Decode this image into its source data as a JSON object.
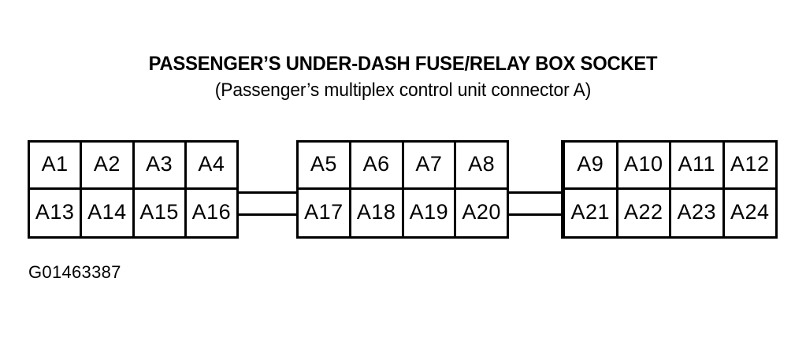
{
  "figure": {
    "title": "PASSENGER’S UNDER-DASH FUSE/RELAY BOX SOCKET",
    "subtitle": "(Passenger’s multiplex control unit connector A)",
    "caption": "G01463387",
    "ink_color": "#000000",
    "background_color": "#ffffff"
  },
  "connector": {
    "name": "Passenger’s multiplex control unit connector A",
    "total_pins": 24,
    "blocks": [
      {
        "id": "block-1",
        "rows": [
          {
            "id": "row-top",
            "cells": [
              {
                "label": "A1"
              },
              {
                "label": "A2"
              },
              {
                "label": "A3"
              },
              {
                "label": "A4"
              }
            ]
          },
          {
            "id": "row-bottom",
            "cells": [
              {
                "label": "A13"
              },
              {
                "label": "A14"
              },
              {
                "label": "A15"
              },
              {
                "label": "A16"
              }
            ]
          }
        ]
      },
      {
        "id": "block-2",
        "rows": [
          {
            "id": "row-top",
            "cells": [
              {
                "label": "A5"
              },
              {
                "label": "A6"
              },
              {
                "label": "A7"
              },
              {
                "label": "A8"
              }
            ]
          },
          {
            "id": "row-bottom",
            "cells": [
              {
                "label": "A17"
              },
              {
                "label": "A18"
              },
              {
                "label": "A19"
              },
              {
                "label": "A20"
              }
            ]
          }
        ]
      },
      {
        "id": "block-3",
        "rows": [
          {
            "id": "row-top",
            "cells": [
              {
                "label": "A9"
              },
              {
                "label": "A10"
              },
              {
                "label": "A11"
              },
              {
                "label": "A12"
              }
            ]
          },
          {
            "id": "row-bottom",
            "cells": [
              {
                "label": "A21"
              },
              {
                "label": "A22"
              },
              {
                "label": "A23"
              },
              {
                "label": "A24"
              }
            ]
          }
        ]
      }
    ]
  }
}
